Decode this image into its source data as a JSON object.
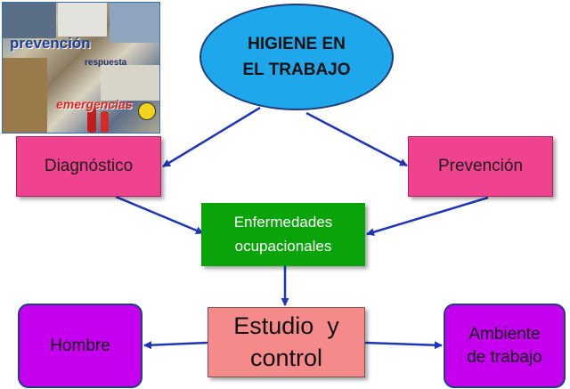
{
  "collage": {
    "words": [
      "prevención",
      "respuesta",
      "emergencias"
    ]
  },
  "nodes": {
    "main": "HIGIENE EN\nEL TRABAJO",
    "diagnostico": "Diagnóstico",
    "prevencion": "Prevención",
    "enfermedades": "Enfermedades\nocupacionales",
    "estudio": "Estudio  y\ncontrol",
    "hombre": "Hombre",
    "ambiente": "Ambiente\nde trabajo"
  },
  "colors": {
    "ellipse": "#1ea7ea",
    "pink_box": "#f0438f",
    "green_box": "#0aa30a",
    "salmon_box": "#f58a8a",
    "purple_box": "#c400ee",
    "arrow": "#1f35b8"
  }
}
